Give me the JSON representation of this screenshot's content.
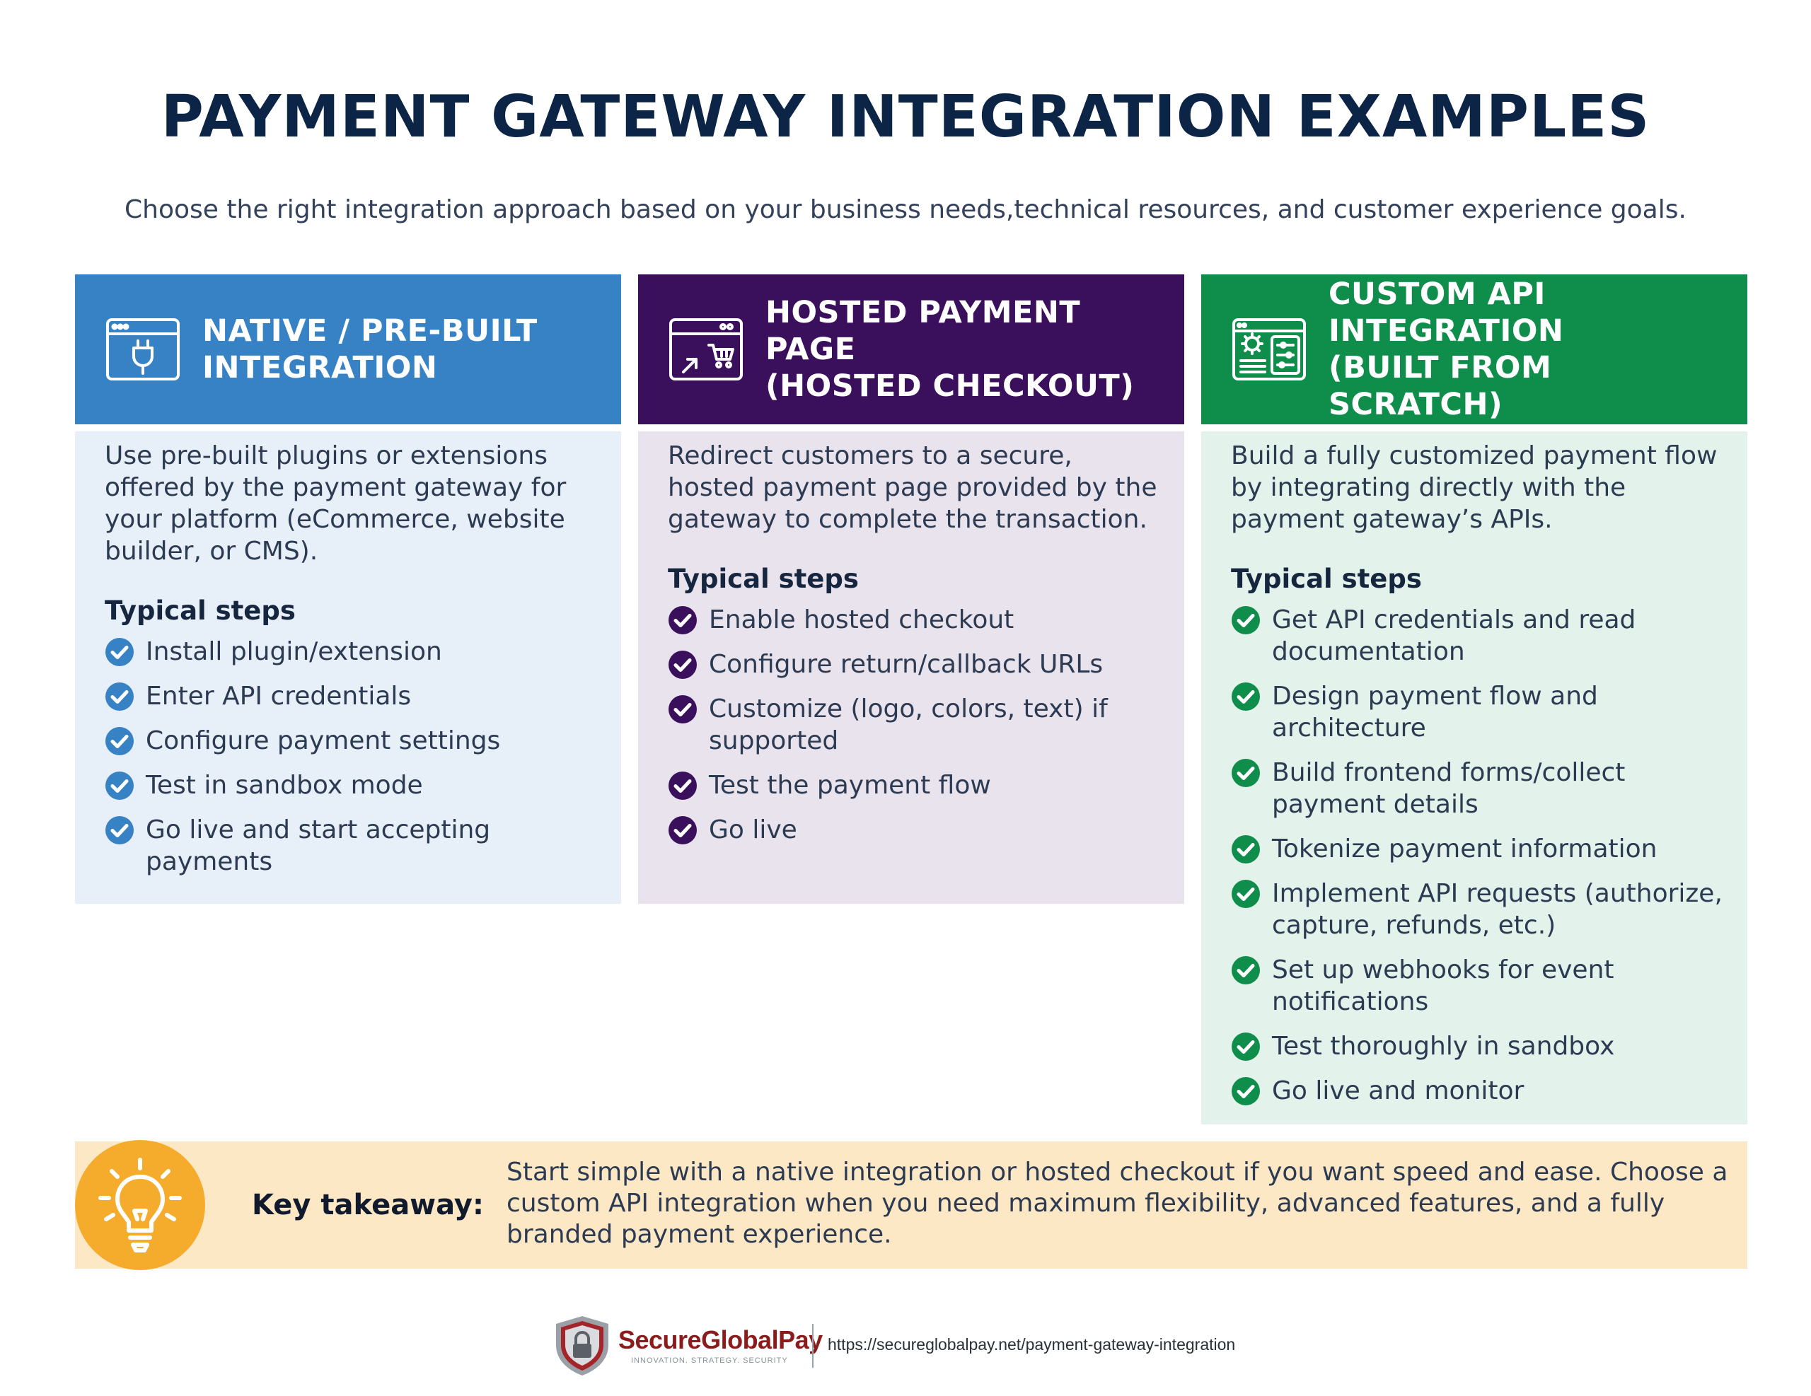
{
  "header": {
    "title": "PAYMENT GATEWAY INTEGRATION EXAMPLES",
    "subtitle": "Choose the right integration approach based on your business needs,technical resources, and customer experience goals."
  },
  "columns": [
    {
      "title_line1": "NATIVE / PRE-BUILT",
      "title_line2": "INTEGRATION",
      "icon": "browser-plug-icon",
      "color": "#3682c4",
      "description": "Use pre-built plugins or extensions offered by the payment gateway for your platform (eCommerce, website builder, or CMS).",
      "steps_title": "Typical steps",
      "steps": [
        "Install plugin/extension",
        "Enter API credentials",
        "Configure payment settings",
        "Test in sandbox mode",
        "Go live and start accepting payments"
      ]
    },
    {
      "title_line1": "HOSTED PAYMENT PAGE",
      "title_line2": "(HOSTED CHECKOUT)",
      "icon": "browser-cart-icon",
      "color": "#3a0f5c",
      "description": "Redirect customers to a secure, hosted payment page provided by the gateway to complete the transaction.",
      "steps_title": "Typical steps",
      "steps": [
        "Enable hosted checkout",
        "Configure return/callback URLs",
        "Customize (logo, colors, text) if supported",
        "Test the payment flow",
        "Go live"
      ]
    },
    {
      "title_line1": "CUSTOM API INTEGRATION",
      "title_line2": "(BUILT FROM SCRATCH)",
      "icon": "browser-gear-icon",
      "color": "#0f8d4a",
      "description": "Build a fully customized payment flow by integrating directly with the payment gateway’s APIs.",
      "steps_title": "Typical steps",
      "steps": [
        "Get API credentials and read documentation",
        "Design payment flow and architecture",
        "Build frontend forms/collect payment details",
        "Tokenize payment information",
        "Implement API requests (authorize, capture, refunds, etc.)",
        "Set up webhooks for event notifications",
        "Test thoroughly in sandbox",
        "Go live and monitor"
      ]
    }
  ],
  "takeaway": {
    "icon": "lightbulb-icon",
    "label": "Key takeaway:",
    "text": "Start simple with a native integration or hosted checkout if you want speed and ease. Choose a custom API integration when you need maximum flexibility, advanced features, and a fully branded payment experience."
  },
  "footer": {
    "brand": "SecureGlobalPay",
    "tagline": "INNOVATION. STRATEGY. SECURITY",
    "url": "https://secureglobalpay.net/payment-gateway-integration"
  }
}
